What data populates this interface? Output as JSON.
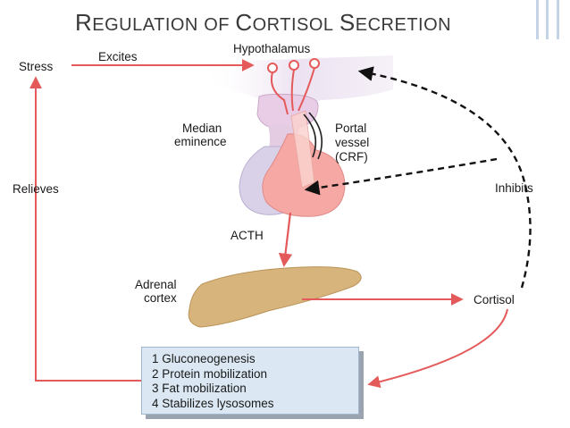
{
  "slide": {
    "title_words": [
      {
        "cap": "R",
        "rest": "EGULATION"
      },
      {
        "cap": "",
        "rest": "OF"
      },
      {
        "cap": "C",
        "rest": "ORTISOL"
      },
      {
        "cap": "S",
        "rest": "ECRETION"
      }
    ]
  },
  "diagram": {
    "labels": {
      "stress": "Stress",
      "excites": "Excites",
      "hypothalamus": "Hypothalamus",
      "median": "Median",
      "eminence": "eminence",
      "portal": "Portal",
      "vessel": "vessel",
      "crf": "(CRF)",
      "relieves": "Relieves",
      "inhibits": "Inhibits",
      "acth": "ACTH",
      "adrenal": "Adrenal",
      "cortex": "cortex",
      "cortisol": "Cortisol"
    },
    "effects": [
      "1 Gluconeogenesis",
      "2 Protein mobilization",
      "3 Fat mobilization",
      "4 Stabilizes lysosomes"
    ],
    "colors": {
      "arrow": "#e45a5a",
      "feedback": "#111111",
      "brain": "#f1eaf5",
      "hypothalamus": "#e9cde6",
      "posterior_pituitary": "#d9d1e8",
      "anterior_pituitary": "#f6a8a4",
      "adrenal": "#d7b47c",
      "box": "#dbe8f3"
    }
  }
}
